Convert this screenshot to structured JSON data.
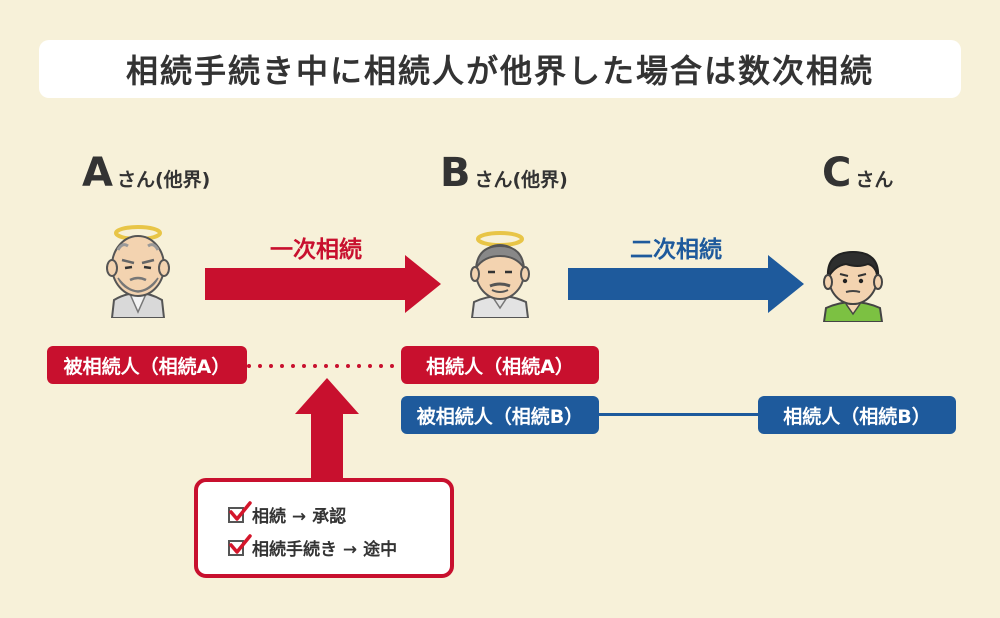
{
  "title": "相続手続き中に相続人が他界した場合は数次相続",
  "persons": [
    {
      "letter": "A",
      "suffix": "さん(他界)"
    },
    {
      "letter": "B",
      "suffix": "さん(他界)"
    },
    {
      "letter": "C",
      "suffix": "さん"
    }
  ],
  "arrows": {
    "first": "一次相続",
    "second": "二次相続"
  },
  "tags": {
    "a_decedent": "被相続人（相続A）",
    "b_heir": "相続人（相続A）",
    "b_decedent": "被相続人（相続B）",
    "c_heir": "相続人（相続B）"
  },
  "checklist": [
    "相続 → 承認",
    "相続手続き → 途中"
  ],
  "colors": {
    "red": "#c8102e",
    "blue": "#1e5a9c",
    "background": "#f7f1d9"
  }
}
